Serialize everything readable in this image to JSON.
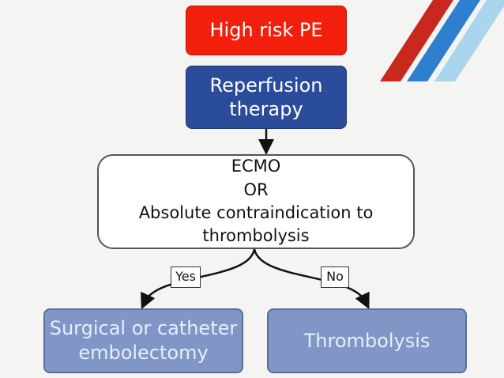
{
  "nodes": {
    "risk": "High risk PE",
    "reperfusion": [
      "Reperfusion",
      "therapy"
    ],
    "decision": [
      "ECMO",
      "OR",
      "Absolute contraindication to thrombolysis"
    ],
    "embolectomy": [
      "Surgical or catheter",
      "embolectomy"
    ],
    "thrombolysis": "Thrombolysis"
  },
  "branches": {
    "yes": "Yes",
    "no": "No"
  },
  "colors": {
    "risk": "#f21f0c",
    "reperfusion": "#2b4c9b",
    "outcome": "#7f96c7",
    "stripes": [
      "#c8281e",
      "#2f7fd0",
      "#a9d6ec"
    ]
  }
}
